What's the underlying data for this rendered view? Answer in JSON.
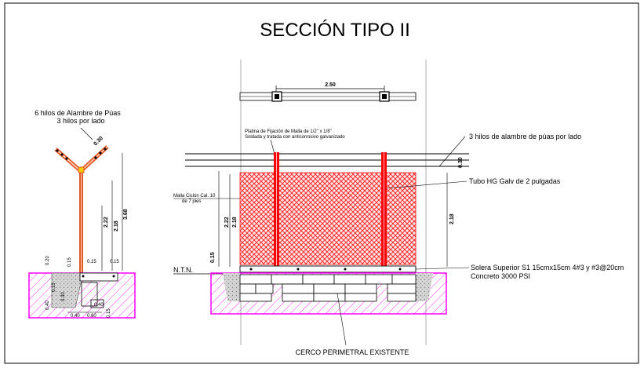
{
  "title": "SECCIÓN TIPO II",
  "left_detail": {
    "label_line1": "6 hilos de Alambre de Púas",
    "label_line2": "3 hilos por lado",
    "dims": {
      "arm": "0.30",
      "post_a": "2.22",
      "post_b": "2.18",
      "post_total": "3.68",
      "small_a": "0.15",
      "small_b": "0.15",
      "small_c": "0.15",
      "small_d": "0.20",
      "foot_a": "0.40",
      "foot_b": "0.30",
      "foot_c": "0.15",
      "foot_d": "0.15",
      "foot_e": "0.40",
      "foot_f": "0.60",
      "foot_g": "0.40"
    }
  },
  "main_detail": {
    "span_dim": "2.50",
    "platina_line1": "Platina de Fijación de Malla de 1/2\" x 1/8\"",
    "platina_line2": "Soldada y tratada con anticorrosivo galvanizado",
    "wire_label": "3 hilos de alambre de púas por lado",
    "wire_dim": "0.30",
    "tube_label": "Tubo HG Galv de 2 pulgadas",
    "mesh_line1": "Malla Ciclón Cal. 10",
    "mesh_line2": "de 7 pies",
    "dim_222": "2.22",
    "dim_218_left": "2.18",
    "dim_218_right": "2.18",
    "dim_015": "0.15",
    "ntn": "N.T.N.",
    "solera_line1": "Solera Superior S1 15cmx15cm 4#3 y #3@20cm",
    "solera_line2": "Concreto 3000 PSI",
    "bottom_label": "CERCO PERIMETRAL EXISTENTE"
  },
  "colors": {
    "magenta": "#ff00ff",
    "red": "#ff0000",
    "orange": "#e05a2a",
    "ground": "#8c8c8c"
  }
}
